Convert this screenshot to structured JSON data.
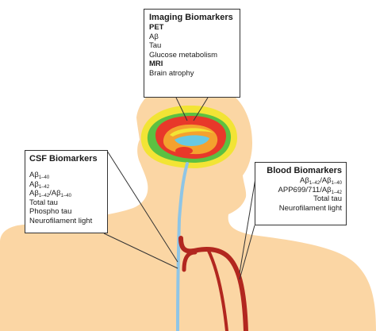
{
  "imaging": {
    "title": "Imaging Biomarkers",
    "sections": [
      {
        "heading": "PET",
        "items": [
          "Aβ",
          "Tau",
          "Glucose metabolism"
        ]
      },
      {
        "heading": "MRI",
        "items": [
          "Brain atrophy"
        ]
      }
    ]
  },
  "csf": {
    "title": "CSF Biomarkers",
    "items": [
      {
        "base": "Aβ",
        "sub": "1–40"
      },
      {
        "base": "Aβ",
        "sub": "1–42"
      },
      {
        "base": "Aβ",
        "sub": "1–42",
        "mid": "/Aβ",
        "sub2": "1–40"
      },
      {
        "base": "Total tau"
      },
      {
        "base": "Phospho tau"
      },
      {
        "base": "Neurofilament light"
      }
    ]
  },
  "blood": {
    "title": "Blood Biomarkers",
    "items": [
      {
        "base": "Aβ",
        "sub": "1–42",
        "mid": "/Aβ",
        "sub2": "1–40"
      },
      {
        "base": "APP699/711/Aβ",
        "sub": "1–42"
      },
      {
        "base": "Total tau"
      },
      {
        "base": "Neurofilament light"
      }
    ]
  },
  "colors": {
    "skin": "#fbd6a4",
    "spinal_cord": "#8ec5e6",
    "artery": "#b2271f",
    "brain_red": "#e8382a",
    "brain_orange": "#f4a12e",
    "brain_yellow": "#f2e435",
    "brain_green": "#5cc042",
    "brain_cyan": "#67c9e3"
  }
}
